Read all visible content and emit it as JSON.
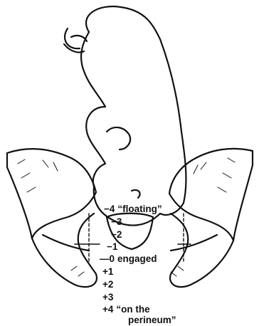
{
  "diagram": {
    "stations": [
      {
        "sign": "−4",
        "note": "“floating”"
      },
      {
        "sign": "−3",
        "note": ""
      },
      {
        "sign": "−2",
        "note": ""
      },
      {
        "sign": "−1",
        "note": ""
      },
      {
        "sign": "—0",
        "note": "engaged"
      },
      {
        "sign": "+1",
        "note": ""
      },
      {
        "sign": "+2",
        "note": ""
      },
      {
        "sign": "+3",
        "note": ""
      },
      {
        "sign": "+4",
        "note": "“on the"
      },
      {
        "sign": "",
        "note": "perineum”"
      }
    ],
    "colors": {
      "ink": "#111111",
      "paper": "#ffffff"
    }
  }
}
